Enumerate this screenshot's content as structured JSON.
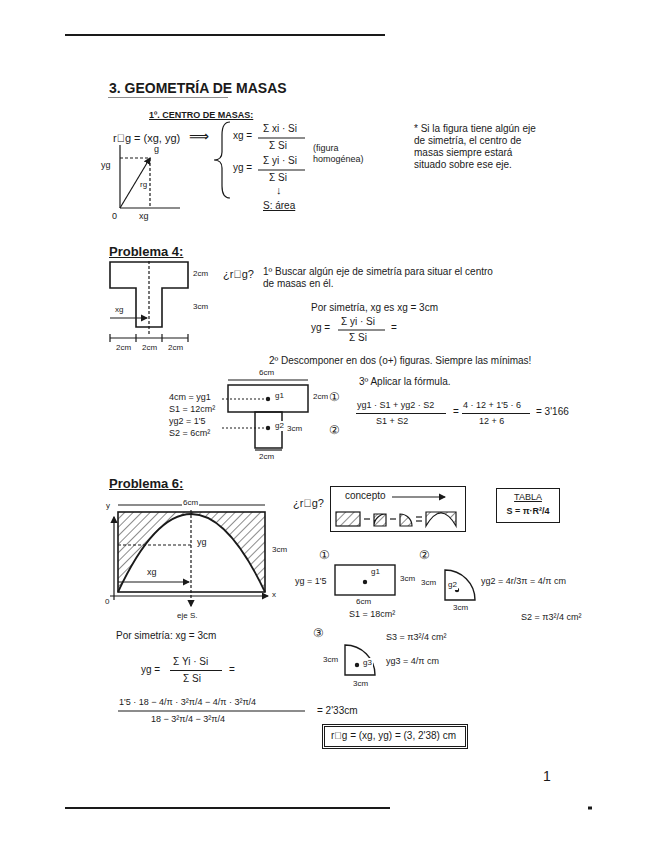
{
  "diagram": {
    "title": "3. GEOMETRÍA DE MASAS",
    "nodes": [
      {
        "text": [
          "concepto"
        ]
      },
      {
        "text": [
          "TABLA",
          "S = π·R²/4"
        ]
      },
      {
        "text": [
          "r⃗g = (xg, yg) = (3, 2'38) cm"
        ]
      }
    ],
    "labels": [
      "1º. CENTRO DE MASAS:",
      "r⃗g = (xg, yg)",
      "⟹",
      "xg =",
      "Σ xi · Si",
      "Σ Si",
      "yg =",
      "Σ yi · Si",
      "Σ Si",
      "↓",
      "S: área",
      "(figura homogénea)",
      "* Si la figura tiene algún eje de simetría, el centro de masas siempre estará situado sobre ese eje.",
      "yg",
      "rg",
      "g",
      "0",
      "xg",
      "Problema 4:",
      "2cm",
      "3cm",
      "xg",
      "2cm",
      "2cm",
      "2cm",
      "¿r⃗g?",
      "1º Buscar algún eje de simetría para situar el centro de masas en él.",
      "Por simetría, xg es xg = 3cm",
      "yg =",
      "Σ yi · Si",
      "Σ Si",
      "=",
      "2º Descomponer en dos (o+) figuras. Siempre las mínimas!",
      "6cm",
      "4cm = yg1",
      "S1 = 12cm²",
      "yg2 = 1'5",
      "S2 = 6cm²",
      "g1",
      "g2",
      "2cm",
      "3cm",
      "2cm",
      "①",
      "②",
      "3º Aplicar la fórmula.",
      "yg1 · S1 + yg2 · S2",
      "S1 + S2",
      "=",
      "4 · 12 + 1'5 · 6",
      "12 + 6",
      "= 3'166",
      "Problema 6:",
      "6cm",
      "yg",
      "3cm",
      "xg",
      "y",
      "0",
      "x",
      "eje S.",
      "¿r⃗g?",
      "yg = 1'5",
      "g1",
      "3cm",
      "6cm",
      "S1 = 18cm²",
      "3cm",
      "g2",
      "yg2 = 4r/3π = 4/π cm",
      "3cm",
      "S2 = π3²/4 cm²",
      "3cm",
      "g3",
      "yg3 = 4/π cm",
      "S3 = π3²/4 cm²",
      "3cm",
      "Por simetría: xg = 3cm",
      "yg =",
      "Σ Yi · Si",
      "Σ Si",
      "=",
      "1'5 · 18 − 4/π · 3²π/4 − 4/π · 3²π/4",
      "18 − 3²π/4 − 3²π/4",
      "= 2'33cm",
      "①",
      "②",
      "③",
      "1"
    ]
  }
}
